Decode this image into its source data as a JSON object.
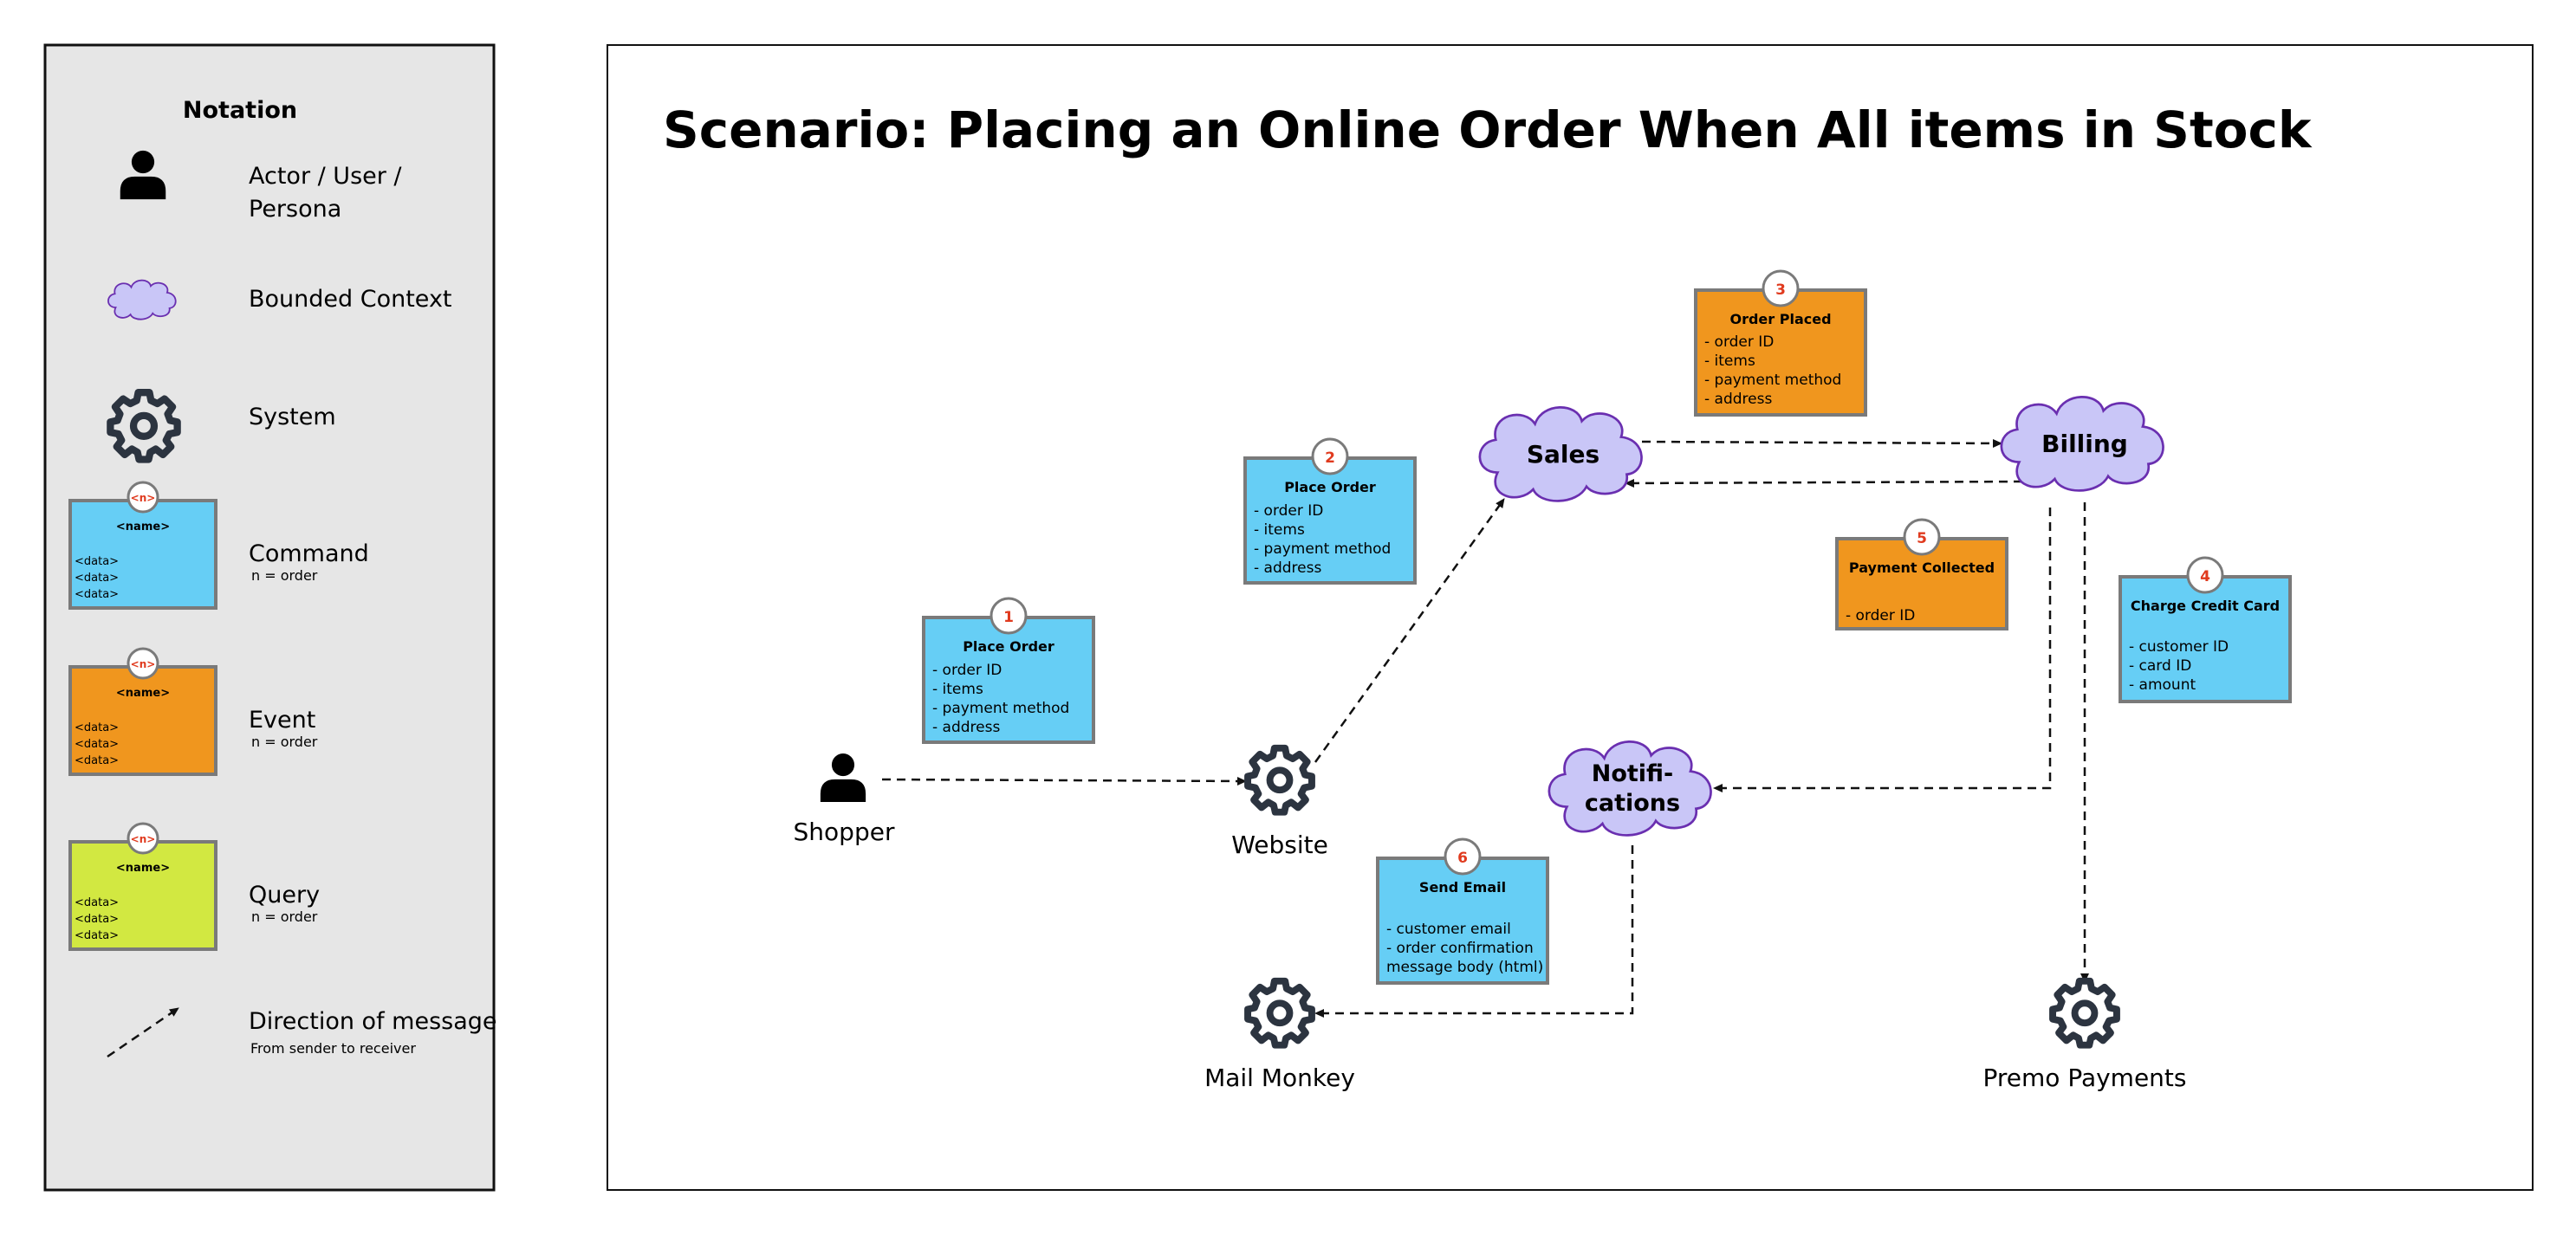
{
  "legend": {
    "title": "Notation",
    "actor_line1": "Actor / User /",
    "actor_line2": "Persona",
    "bounded_context": "Bounded Context",
    "system": "System",
    "command": "Command",
    "command_sub": "n = order",
    "event": "Event",
    "event_sub": "n = order",
    "query": "Query",
    "query_sub": "n = order",
    "direction": "Direction of message",
    "direction_sub": "From sender to receiver",
    "sample_badge": "<n>",
    "sample_name": "<name>",
    "sample_data": [
      "<data>",
      "<data>",
      "<data>"
    ]
  },
  "scenario": {
    "title": "Scenario: Placing an Online Order When All items in Stock"
  },
  "actors": {
    "shopper": "Shopper"
  },
  "systems": {
    "website": "Website",
    "mail_monkey": "Mail Monkey",
    "premo_payments": "Premo Payments"
  },
  "contexts": {
    "sales": "Sales",
    "billing": "Billing",
    "notifications_line1": "Notifi-",
    "notifications_line2": "cations"
  },
  "cards": [
    {
      "num": "1",
      "title": "Place Order",
      "lines": [
        "- order ID",
        "- items",
        "- payment method",
        "- address"
      ],
      "kind": "command"
    },
    {
      "num": "2",
      "title": "Place Order",
      "lines": [
        "- order ID",
        "- items",
        "- payment method",
        "- address"
      ],
      "kind": "command"
    },
    {
      "num": "3",
      "title": "Order Placed",
      "lines": [
        "- order ID",
        "- items",
        "- payment method",
        "- address"
      ],
      "kind": "event"
    },
    {
      "num": "4",
      "title": "Charge Credit Card",
      "lines": [
        "- customer ID",
        "- card ID",
        "- amount"
      ],
      "kind": "command"
    },
    {
      "num": "5",
      "title": "Payment Collected",
      "lines": [
        "- order ID"
      ],
      "kind": "event"
    },
    {
      "num": "6",
      "title": "Send Email",
      "lines": [
        "- customer email",
        "- order confirmation",
        "message body (html)"
      ],
      "kind": "command"
    }
  ],
  "colors": {
    "command": "#66cef5",
    "event": "#f0961e",
    "query": "#d2e841",
    "context_fill": "#c9c6f7",
    "context_stroke": "#6a2fb0",
    "system": "#2c3440",
    "badge_text": "#e03a1e",
    "legend_bg": "#e6e6e6"
  }
}
